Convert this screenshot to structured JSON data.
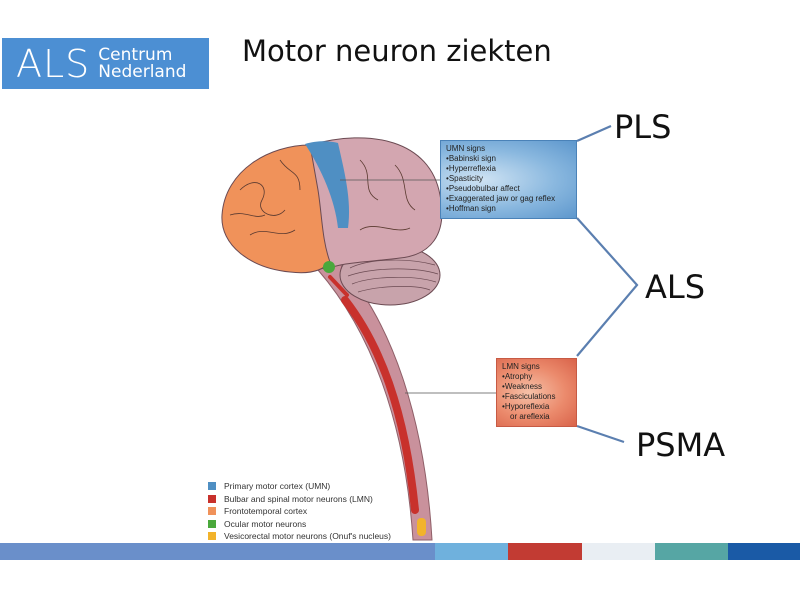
{
  "logo": {
    "mark": "ALS",
    "line1": "Centrum",
    "line2": "Nederland"
  },
  "title": "Motor neuron ziekten",
  "umn_box": {
    "heading": "UMN signs",
    "items": [
      "Babinski sign",
      "Hyperreflexia",
      "Spasticity",
      "Pseudobulbar affect",
      "Exaggerated jaw or gag reflex",
      "Hoffman sign"
    ]
  },
  "lmn_box": {
    "heading": "LMN signs",
    "items": [
      "Atrophy",
      "Weakness",
      "Fasciculations",
      "Hyporeflexia",
      "or areflexia"
    ]
  },
  "labels": {
    "pls": "PLS",
    "als": "ALS",
    "psma": "PSMA"
  },
  "legend": [
    {
      "label": "Primary motor cortex (UMN)",
      "color": "#4f8fc3"
    },
    {
      "label": "Bulbar and spinal motor neurons (LMN)",
      "color": "#c8312c"
    },
    {
      "label": "Frontotemporal cortex",
      "color": "#f0925a"
    },
    {
      "label": "Ocular motor neurons",
      "color": "#4aa83c"
    },
    {
      "label": "Vesicorectal motor neurons (Onuf's nucleus)",
      "color": "#f2b32b"
    }
  ],
  "colors": {
    "brand": "#4c8fd3",
    "bar1": "#6a8fca",
    "bar2": "#6fb1dd",
    "bar3": "#c23b33",
    "bar4": "#e9eef3",
    "bar5": "#56a6a4",
    "bar6": "#1a5aa6"
  }
}
